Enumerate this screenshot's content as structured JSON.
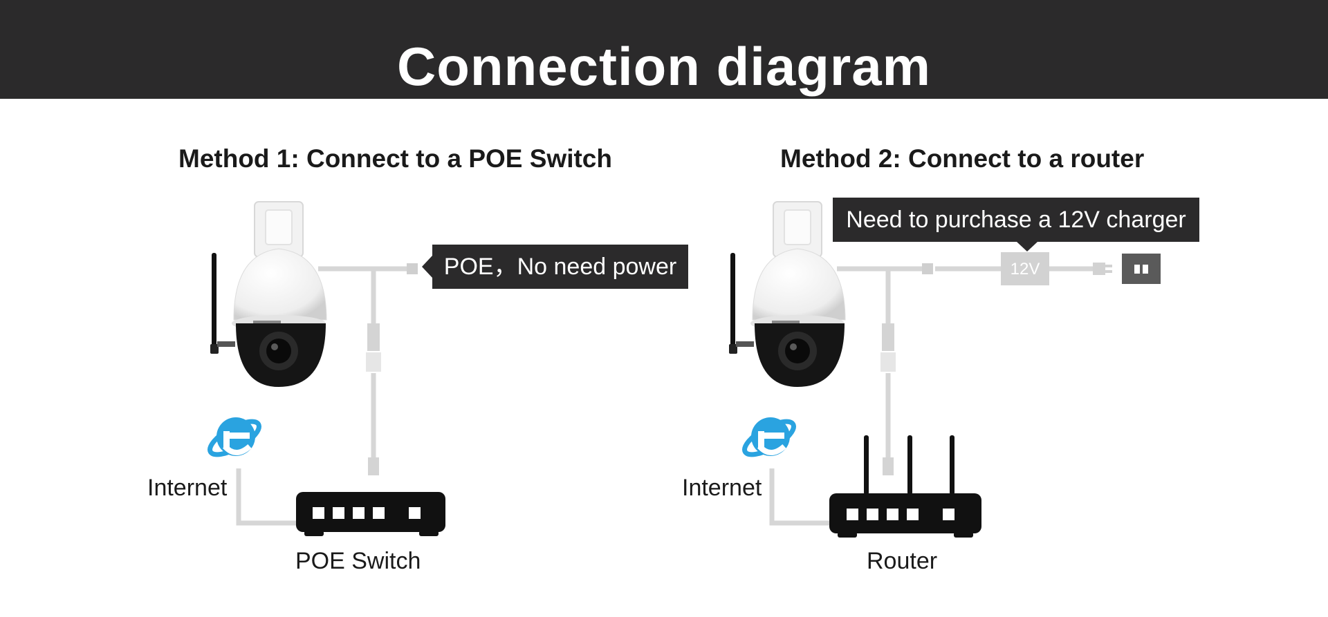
{
  "header": {
    "title": "Connection diagram"
  },
  "method1": {
    "title": "Method 1: Connect to a POE Switch",
    "callout": "POE，No need power",
    "internet_label": "Internet",
    "device_label": "POE Switch"
  },
  "method2": {
    "title": "Method 2: Connect to a router",
    "callout": "Need to purchase a 12V charger",
    "adapter_text": "12V",
    "internet_label": "Internet",
    "device_label": "Router"
  },
  "colors": {
    "header_bg": "#2b2a2b",
    "cable": "#d6d6d6",
    "internet_icon": "#2aa3e0",
    "device": "#111111"
  }
}
